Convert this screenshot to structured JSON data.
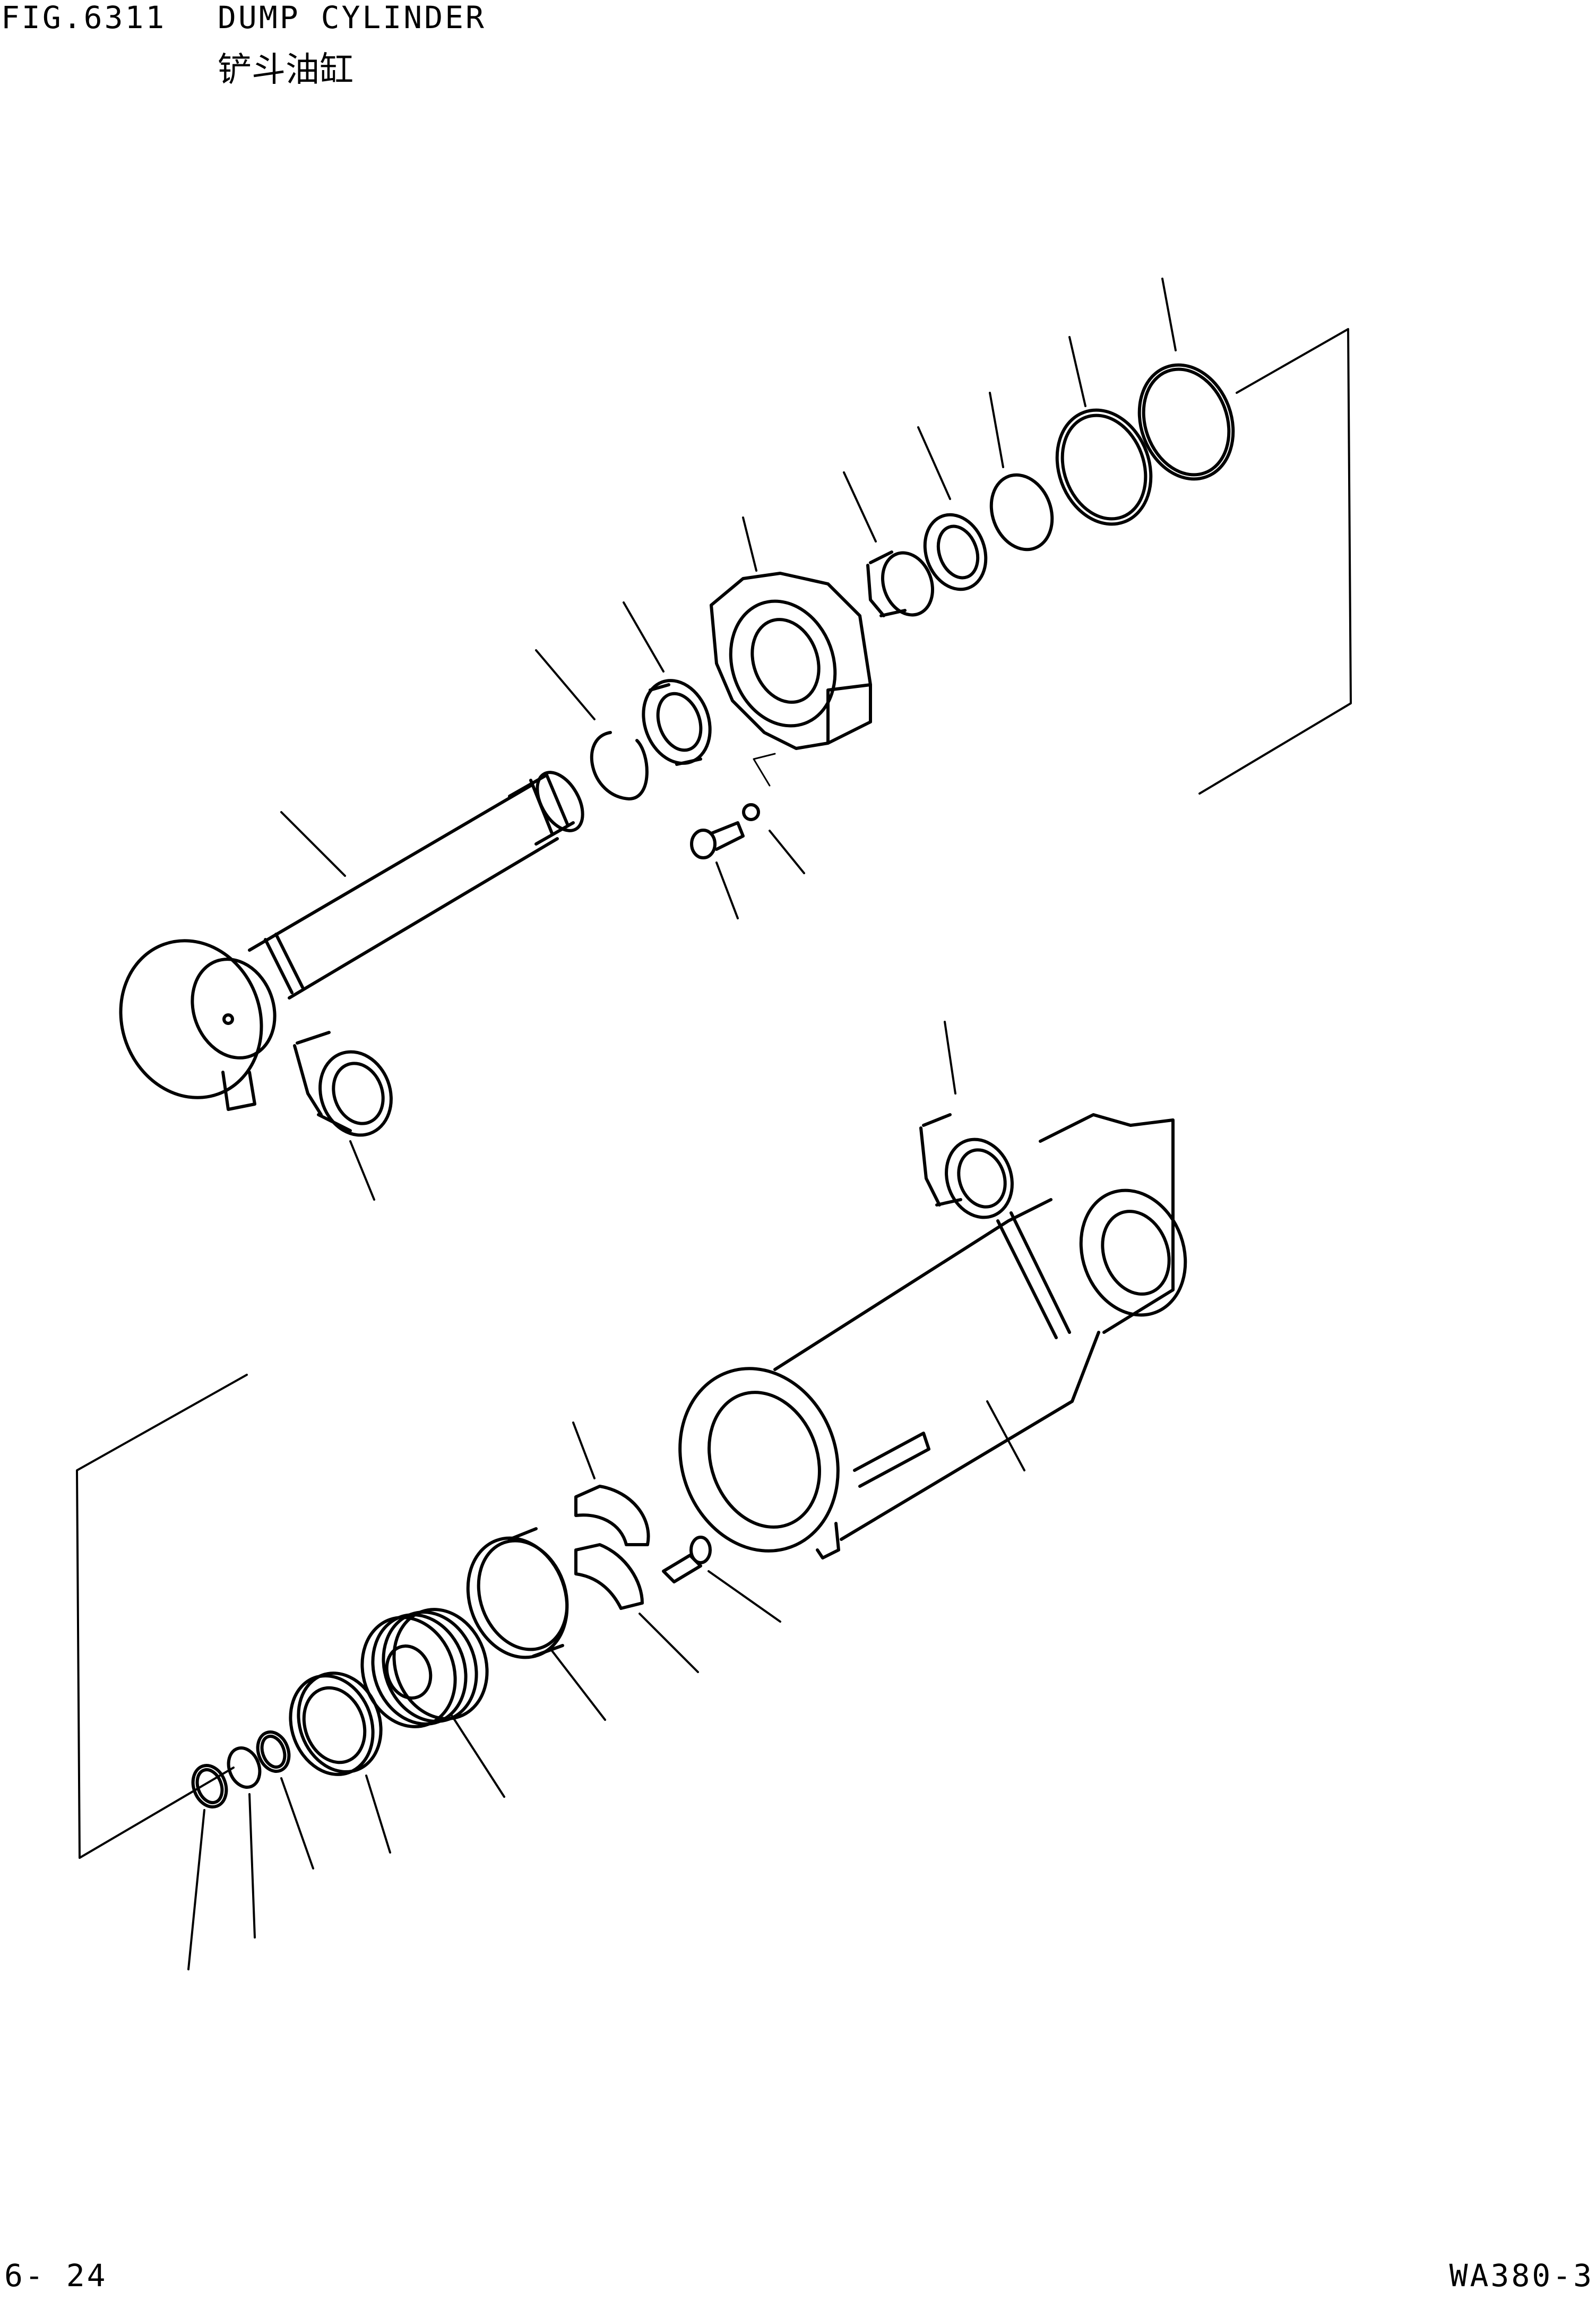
{
  "header": {
    "fig_number": "FIG.6311",
    "title": "DUMP CYLINDER",
    "title_cn": "铲斗油缸"
  },
  "footer": {
    "page_number": "6- 24",
    "model": "WA380-3"
  },
  "colors": {
    "ink": "#000000",
    "paper": "#ffffff"
  }
}
